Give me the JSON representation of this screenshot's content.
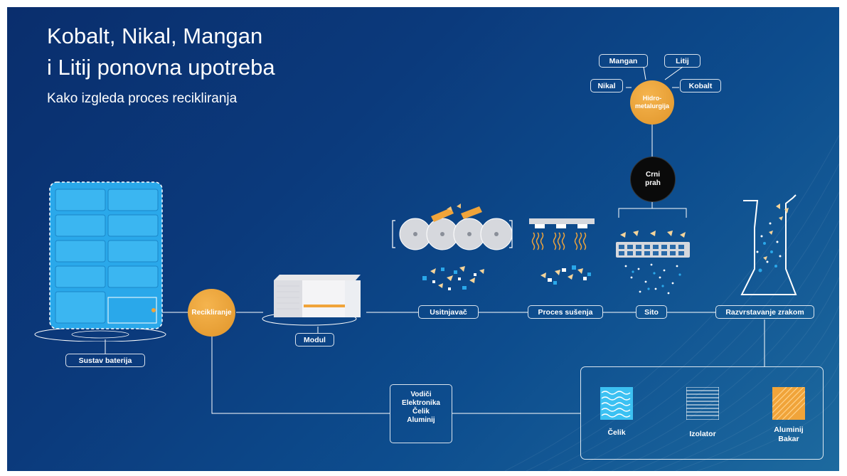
{
  "title_line1": "Kobalt, Nikal, Mangan",
  "title_line2": "i Litij ponovna upotreba",
  "subtitle": "Kako izgleda proces recikliranja",
  "battery": {
    "label": "Sustav baterija"
  },
  "recycling": {
    "label": "Recikliranje"
  },
  "module": {
    "label": "Modul"
  },
  "steps": {
    "shredder": "Usitnjavač",
    "drying": "Proces sušenja",
    "sieve": "Sito",
    "air_sorting": "Razvrstavanje zrakom"
  },
  "black_powder": {
    "line1": "Crni",
    "line2": "prah"
  },
  "hydrometallurgy": {
    "line1": "Hidro-",
    "line2": "metalurgija"
  },
  "metals": {
    "manganese": "Mangan",
    "lithium": "Litij",
    "nickel": "Nikal",
    "cobalt": "Kobalt"
  },
  "components": {
    "line1": "Vodiči",
    "line2": "Elektronika",
    "line3": "Čelik",
    "line4": "Aluminij"
  },
  "outputs": {
    "steel": "Čelik",
    "insulator": "Izolator",
    "aluminium_line1": "Aluminij",
    "aluminium_line2": "Bakar"
  },
  "colors": {
    "background_dark": "#0a2e6d",
    "background_light": "#1d6a9f",
    "orange_accent": "#f0a43a",
    "battery_blue": "#29a3e6",
    "line_white": "#ffffff"
  }
}
